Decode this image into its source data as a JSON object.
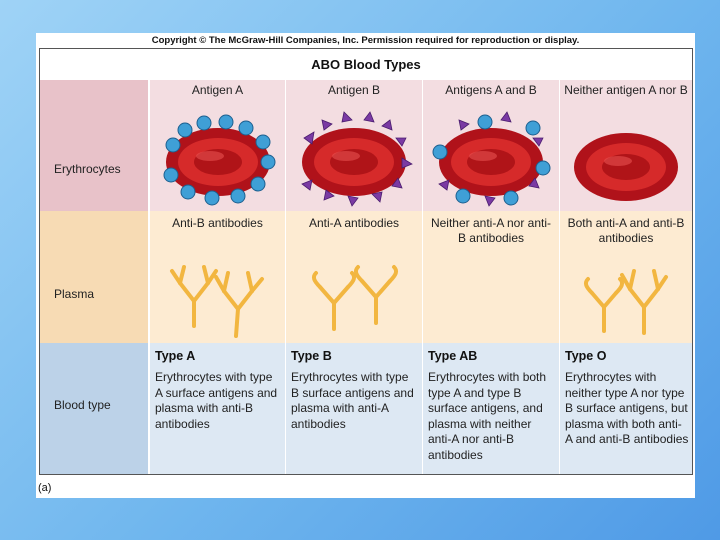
{
  "copyright": "Copyright © The McGraw-Hill Companies, Inc. Permission required for reproduction or display.",
  "title": "ABO Blood Types",
  "rows": {
    "erythrocytes": "Erythrocytes",
    "plasma": "Plasma",
    "blood_type": "Blood type"
  },
  "columns": [
    {
      "antigen": "Antigen A",
      "plasma": "Anti-B antibodies",
      "type": "Type A",
      "description": "Erythrocytes with type A surface antigens and plasma with anti-B antibodies"
    },
    {
      "antigen": "Antigen B",
      "plasma": "Anti-A antibodies",
      "type": "Type B",
      "description": "Erythrocytes with type B surface antigens and plasma with anti-A antibodies"
    },
    {
      "antigen": "Antigens A and B",
      "plasma": "Neither anti-A nor anti-B antibodies",
      "type": "Type AB",
      "description": "Erythrocytes with both type A and type B surface antigens, and plasma with neither anti-A nor anti-B antibodies"
    },
    {
      "antigen": "Neither antigen A nor B",
      "plasma": "Both anti-A and anti-B antibodies",
      "type": "Type O",
      "description": "Erythrocytes with neither type A nor type B surface antigens, but plasma with both anti-A and anti-B antibodies"
    }
  ],
  "figure_label": "(a)",
  "colors": {
    "rbc": "#c8141c",
    "antigen_a": "#3f9fd6",
    "antigen_b": "#7a3aa3",
    "antibody": "#f2b640"
  }
}
